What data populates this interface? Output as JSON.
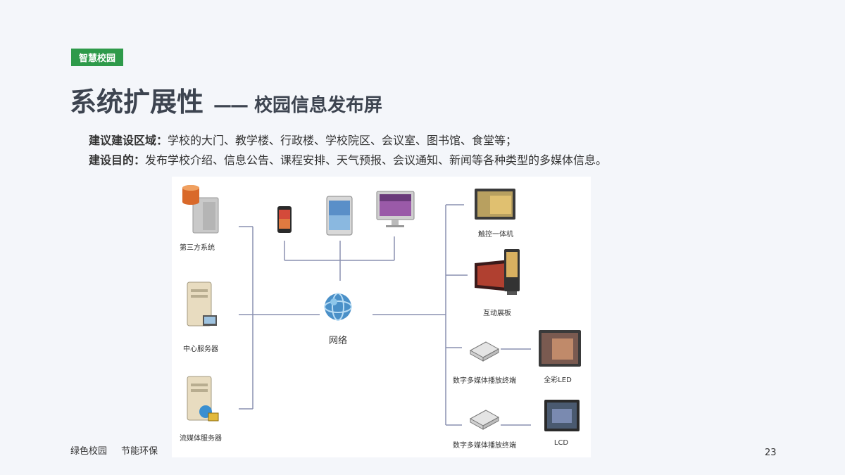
{
  "tag": "智慧校园",
  "title": {
    "main": "系统扩展性",
    "dash": "——",
    "sub": "校园信息发布屏"
  },
  "info": [
    {
      "label": "建议建设区域：",
      "text": "学校的大门、教学楼、行政楼、学校院区、会议室、图书馆、食堂等；"
    },
    {
      "label": "建设目的：",
      "text": "发布学校介绍、信息公告、课程安排、天气预报、会议通知、新闻等各种类型的多媒体信息。"
    }
  ],
  "diagram": {
    "left_nodes": [
      "第三方系统",
      "中心服务器",
      "流媒体服务器"
    ],
    "center": "网络",
    "right_nodes": [
      "触控一体机",
      "互动展板",
      "数字多媒体播放终端",
      "数字多媒体播放终端"
    ],
    "displays": [
      "全彩LED",
      "LCD"
    ],
    "top_devices": [
      "phone-icon",
      "tablet-icon",
      "desktop-icon"
    ]
  },
  "footer": {
    "left1": "绿色校园",
    "left2": "节能环保",
    "page": "23"
  }
}
